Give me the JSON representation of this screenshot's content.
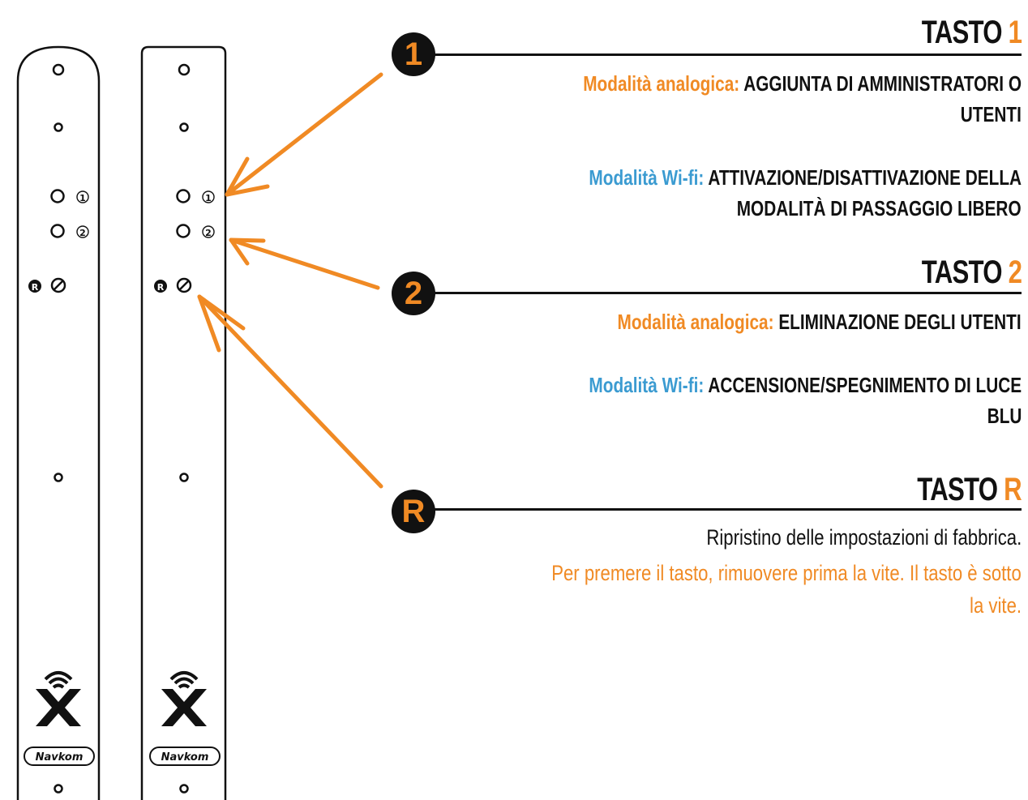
{
  "devices": [
    {
      "shape": "rounded-top",
      "led1_label": "①",
      "led2_label": "②",
      "reset_label": "R",
      "brand": "Navkom"
    },
    {
      "shape": "square-top",
      "led1_label": "①",
      "led2_label": "②",
      "reset_label": "R",
      "brand": "Navkom"
    }
  ],
  "colors": {
    "accent": "#f08a24",
    "wifi": "#3b9bd1",
    "ink": "#111111"
  },
  "sections": [
    {
      "badge": "1",
      "title_prefix": "TASTO ",
      "title_key": "1",
      "analog_label": "Modalità analogica:",
      "analog_line1": " AGGIUNTA DI AMMINISTRATORI O",
      "analog_line2": "UTENTI",
      "wifi_label": "Modalità Wi-fi:",
      "wifi_line1": " ATTIVAZIONE/DISATTIVAZIONE DELLA",
      "wifi_line2": "MODALITÀ DI PASSAGGIO LIBERO"
    },
    {
      "badge": "2",
      "title_prefix": "TASTO ",
      "title_key": "2",
      "analog_label": "Modalità analogica:",
      "analog_line1": " ELIMINAZIONE DEGLI UTENTI",
      "wifi_label": "Modalità   Wi-fi:",
      "wifi_line1": "   ACCENSIONE/SPEGNIMENTO   DI   LUCE",
      "wifi_line2": "BLU"
    },
    {
      "badge": "R",
      "title_prefix": "TASTO ",
      "title_key": "R",
      "desc_line1": "Ripristino delle impostazioni di fabbrica.",
      "note_line1": "Per premere il tasto, rimuovere prima la vite. Il tasto è sotto",
      "note_line2": "la vite."
    }
  ]
}
